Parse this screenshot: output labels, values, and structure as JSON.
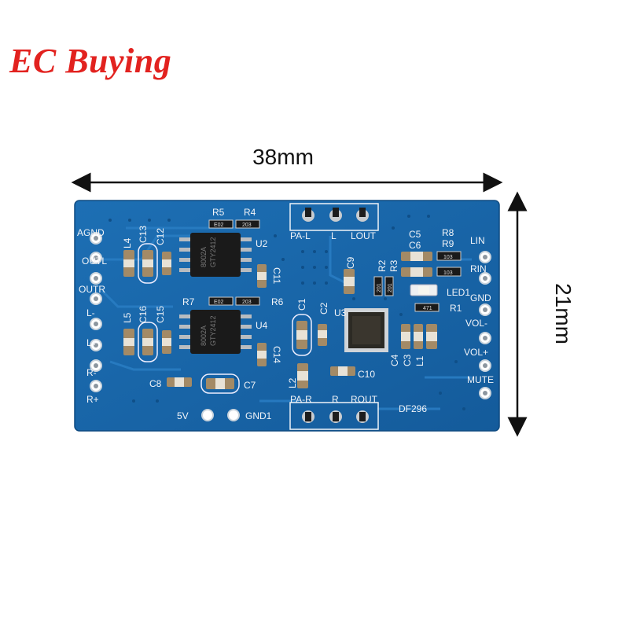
{
  "brand": "EC Buying",
  "dimensions": {
    "width_label": "38mm",
    "height_label": "21mm"
  },
  "board": {
    "name": "DF296",
    "left_pins": [
      "AGND",
      "OUTL",
      "OUTR",
      "L-",
      "L+",
      "R-",
      "R+"
    ],
    "right_pins": [
      "LIN",
      "RIN",
      "GND",
      "VOL-",
      "VOL+",
      "MUTE"
    ],
    "top_header": [
      "PA-L",
      "L",
      "LOUT"
    ],
    "bottom_header": [
      "PA-R",
      "R",
      "ROUT"
    ],
    "power_pins": [
      "5V",
      "GND1"
    ],
    "chips": {
      "u2": {
        "ref": "U2",
        "marking_line1": "8002A",
        "marking_line2": "GTY2412"
      },
      "u4": {
        "ref": "U4",
        "marking_line1": "8002A",
        "marking_line2": "GTY2412"
      },
      "u3": {
        "ref": "U3"
      }
    },
    "component_labels": {
      "r5": "R5",
      "r4": "R4",
      "r7": "R7",
      "r6": "R6",
      "r8": "R8",
      "r9": "R9",
      "r2": "R2",
      "r3": "R3",
      "r1": "R1",
      "c13": "C13",
      "c12": "C12",
      "c11": "C11",
      "c16": "C16",
      "c15": "C15",
      "c14": "C14",
      "c8": "C8",
      "c7": "C7",
      "c9": "C9",
      "c5": "C5",
      "c6": "C6",
      "c1": "C1",
      "c2": "C2",
      "c10": "C10",
      "c4": "C4",
      "c3": "C3",
      "l4": "L4",
      "l5": "L5",
      "l2": "L2",
      "l1": "L1",
      "led1": "LED1"
    },
    "resistor_codes": {
      "r5": "E02",
      "r4": "203",
      "r7": "E02",
      "r6": "203",
      "r8": "103",
      "r9": "103",
      "r2": "201",
      "r3": "201",
      "r1": "471"
    }
  }
}
